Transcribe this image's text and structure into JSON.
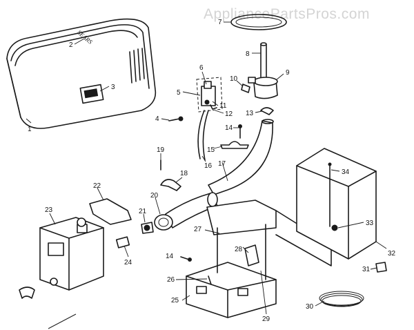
{
  "watermark": "AppliancePartsPros.com",
  "cover_brand": "SEARS",
  "callouts": [
    "1",
    "2",
    "3",
    "4",
    "5",
    "6",
    "7",
    "8",
    "9",
    "10",
    "11",
    "12",
    "13",
    "14",
    "14",
    "15",
    "16",
    "17",
    "18",
    "19",
    "20",
    "21",
    "22",
    "23",
    "24",
    "25",
    "26",
    "27",
    "28",
    "29",
    "30",
    "31",
    "32",
    "33",
    "34"
  ]
}
